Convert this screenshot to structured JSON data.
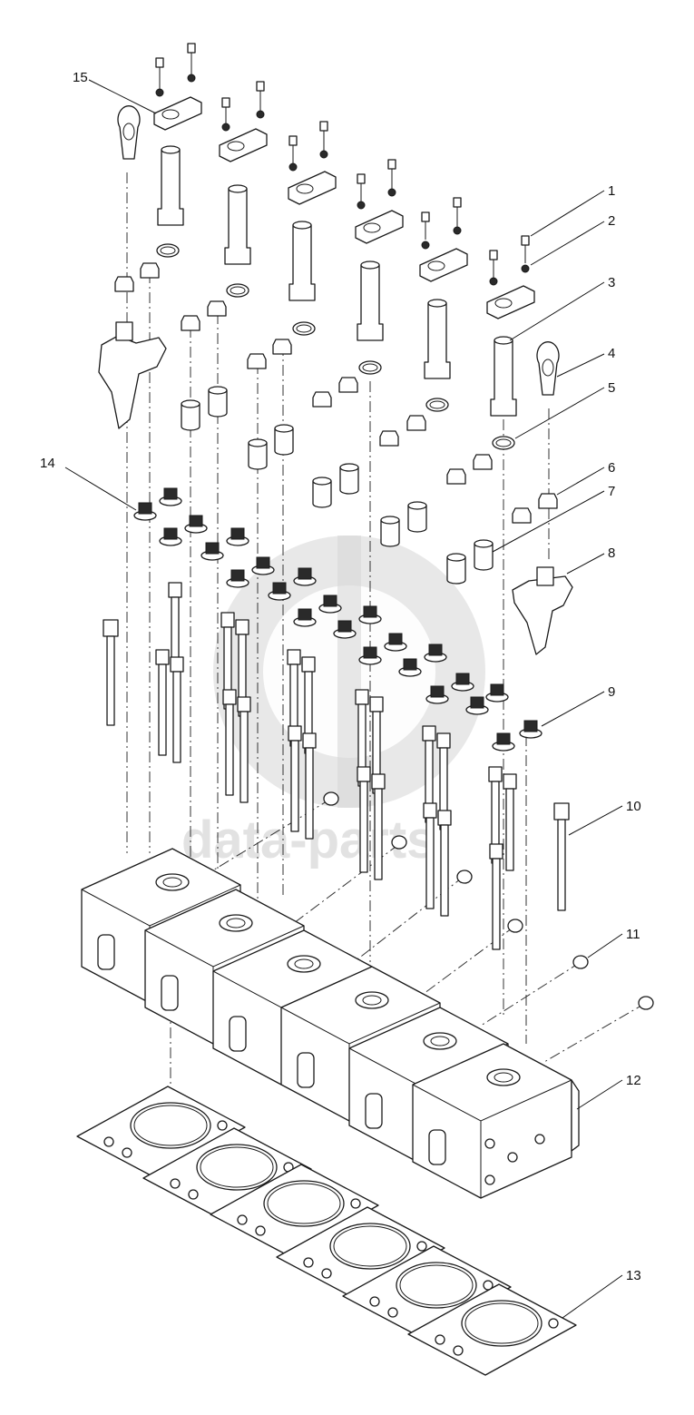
{
  "watermark": {
    "text": "data-parts"
  },
  "callouts": [
    {
      "number": "1"
    },
    {
      "number": "2"
    },
    {
      "number": "3"
    },
    {
      "number": "4"
    },
    {
      "number": "5"
    },
    {
      "number": "6"
    },
    {
      "number": "7"
    },
    {
      "number": "8"
    },
    {
      "number": "9"
    },
    {
      "number": "10"
    },
    {
      "number": "11"
    },
    {
      "number": "12"
    },
    {
      "number": "13"
    },
    {
      "number": "14"
    },
    {
      "number": "15"
    }
  ]
}
